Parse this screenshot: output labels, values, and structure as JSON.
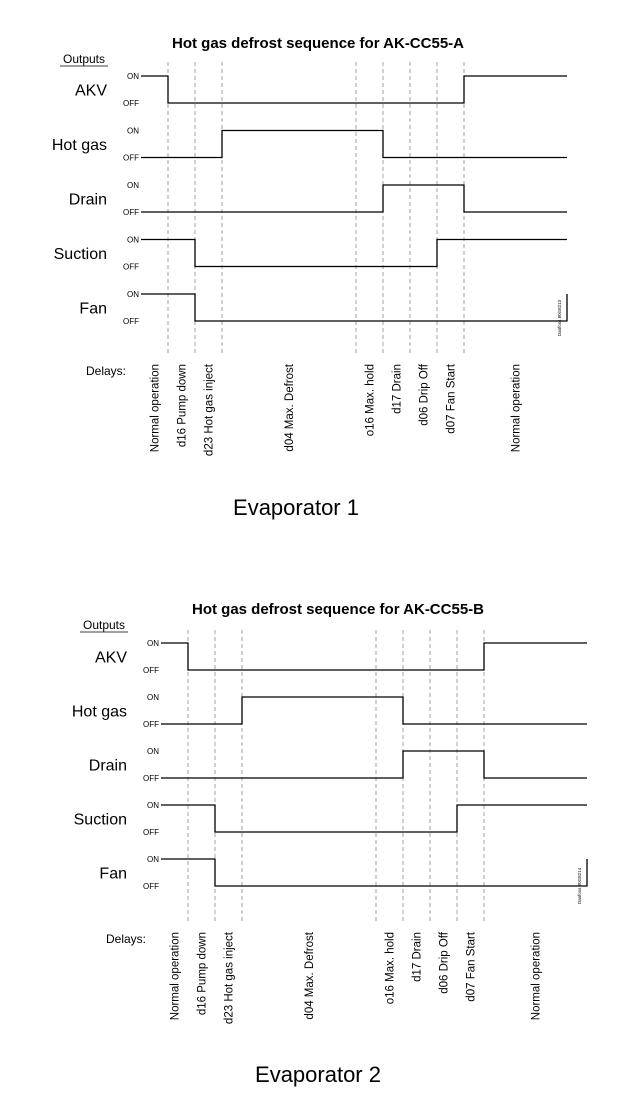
{
  "diagrams": [
    {
      "title": "Hot gas defrost sequence for AK-CC55-A",
      "outputs_label": "Outputs",
      "on_label": "ON",
      "off_label": "OFF",
      "delays_label": "Delays:",
      "caption": "Evaporator 1",
      "code": "Danfoss 80G8213",
      "signals": [
        {
          "name": "AKV",
          "states": [
            "ON",
            "OFF",
            "OFF",
            "OFF",
            "OFF",
            "OFF",
            "OFF",
            "OFF",
            "ON",
            "ON",
            "ON"
          ]
        },
        {
          "name": "Hot gas",
          "states": [
            "OFF",
            "OFF",
            "OFF",
            "ON",
            "ON",
            "OFF",
            "OFF",
            "OFF",
            "OFF",
            "OFF",
            "OFF"
          ]
        },
        {
          "name": "Drain",
          "states": [
            "OFF",
            "OFF",
            "OFF",
            "OFF",
            "OFF",
            "ON",
            "ON",
            "ON",
            "OFF",
            "OFF",
            "OFF"
          ]
        },
        {
          "name": "Suction",
          "states": [
            "ON",
            "ON",
            "OFF",
            "OFF",
            "OFF",
            "OFF",
            "OFF",
            "ON",
            "ON",
            "ON",
            "ON"
          ]
        },
        {
          "name": "Fan",
          "states": [
            "ON",
            "ON",
            "OFF",
            "OFF",
            "OFF",
            "OFF",
            "OFF",
            "OFF",
            "OFF",
            "ON",
            "ON"
          ]
        }
      ],
      "delays": [
        "Normal operation",
        "d16 Pump down",
        "d23 Hot gas inject",
        "d04 Max. Defrost",
        "o16 Max. hold",
        "d17 Drain",
        "d06 Drip Off",
        "d07 Fan Start",
        "Normal operation"
      ]
    },
    {
      "title": "Hot gas defrost sequence for AK-CC55-B",
      "outputs_label": "Outputs",
      "on_label": "ON",
      "off_label": "OFF",
      "delays_label": "Delays:",
      "caption": "Evaporator 2",
      "code": "Danfoss 80G8214",
      "signals": [
        {
          "name": "AKV",
          "states": [
            "ON",
            "OFF",
            "OFF",
            "OFF",
            "OFF",
            "OFF",
            "OFF",
            "OFF",
            "ON",
            "ON",
            "ON"
          ]
        },
        {
          "name": "Hot gas",
          "states": [
            "OFF",
            "OFF",
            "OFF",
            "ON",
            "ON",
            "OFF",
            "OFF",
            "OFF",
            "OFF",
            "OFF",
            "OFF"
          ]
        },
        {
          "name": "Drain",
          "states": [
            "OFF",
            "OFF",
            "OFF",
            "OFF",
            "OFF",
            "ON",
            "ON",
            "ON",
            "OFF",
            "OFF",
            "OFF"
          ]
        },
        {
          "name": "Suction",
          "states": [
            "ON",
            "ON",
            "OFF",
            "OFF",
            "OFF",
            "OFF",
            "OFF",
            "ON",
            "ON",
            "ON",
            "ON"
          ]
        },
        {
          "name": "Fan",
          "states": [
            "ON",
            "ON",
            "OFF",
            "OFF",
            "OFF",
            "OFF",
            "OFF",
            "OFF",
            "OFF",
            "ON",
            "ON"
          ]
        }
      ],
      "delays": [
        "Normal operation",
        "d16 Pump down",
        "d23 Hot gas inject",
        "d04 Max. Defrost",
        "o16 Max. hold",
        "d17 Drain",
        "d06 Drip Off",
        "d07 Fan Start",
        "Normal operation"
      ]
    }
  ]
}
